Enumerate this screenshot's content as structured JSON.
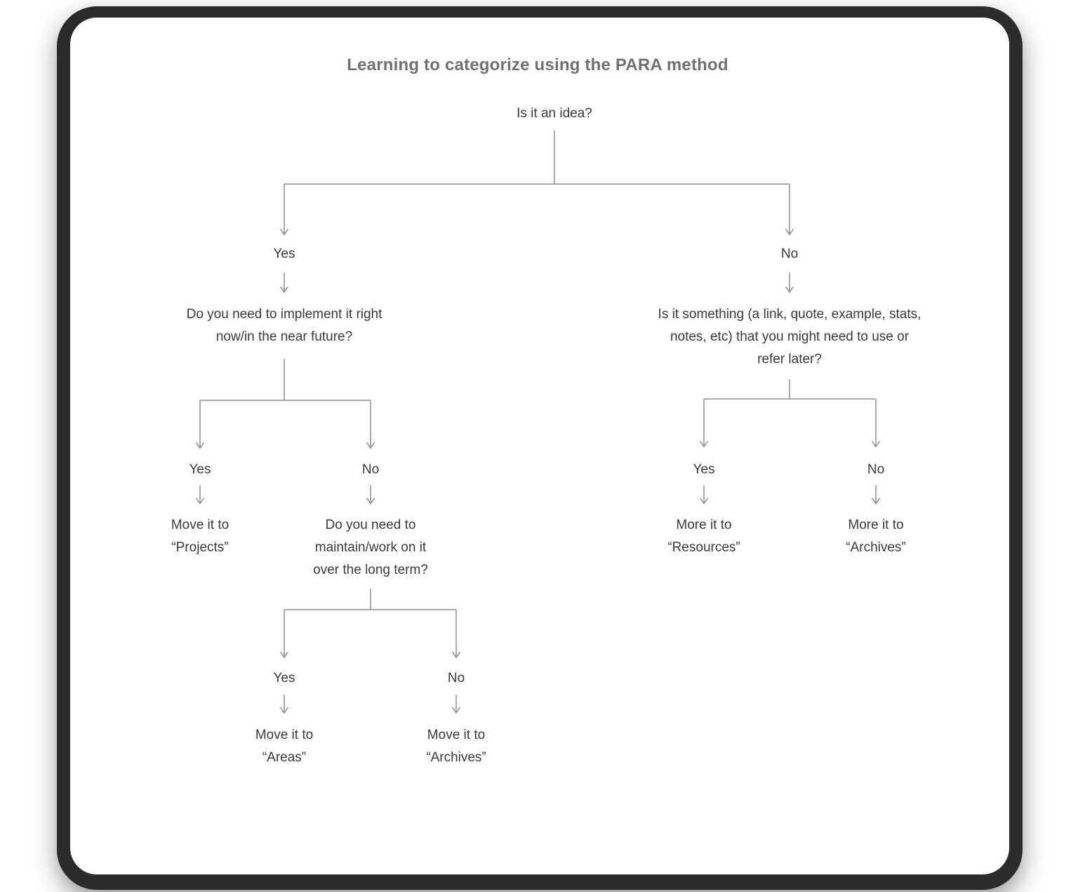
{
  "title": "Learning to categorize using the PARA method",
  "labels": {
    "yes": "Yes",
    "no": "No"
  },
  "nodes": {
    "root": "Is it an idea?",
    "q_implement": [
      "Do you need to implement it right",
      "now/in the near future?"
    ],
    "q_refer": [
      "Is it something (a link, quote, example, stats,",
      "notes, etc) that you might need to use or",
      "refer later?"
    ],
    "q_maintain": [
      "Do you need to",
      "maintain/work on it",
      "over the long term?"
    ],
    "leaf_projects": [
      "Move it to",
      "“Projects”"
    ],
    "leaf_areas": [
      "Move it to",
      "“Areas”"
    ],
    "leaf_archives_left": [
      "Move it to",
      "“Archives”"
    ],
    "leaf_resources": [
      "More it to",
      "“Resources”"
    ],
    "leaf_archives_right": [
      "More it to",
      "“Archives”"
    ]
  },
  "colors": {
    "title_text": "#707070",
    "node_text": "#3b3a36",
    "connector_line": "#8f8f8f",
    "card_background": "#ffffff",
    "frame": "#2b2b2b"
  }
}
